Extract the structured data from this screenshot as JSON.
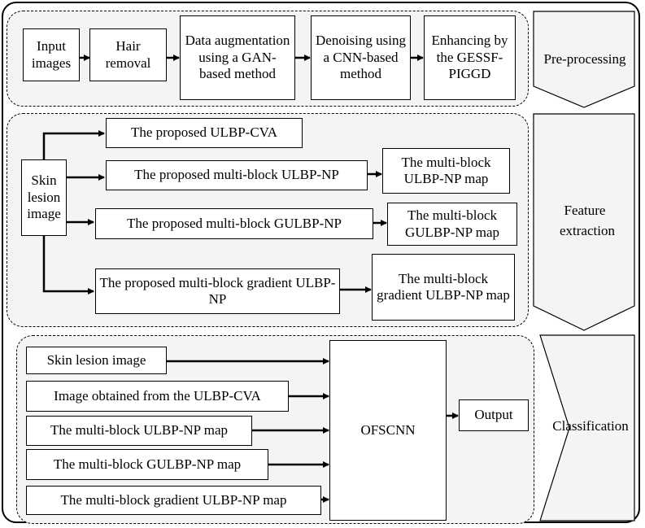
{
  "stages": {
    "preprocessing": "Pre-processing",
    "feature_extraction": "Feature extraction",
    "classification": "Classification"
  },
  "preprocessing": {
    "input": "Input images",
    "hair": "Hair removal",
    "augment": "Data augmentation using a GAN-based method",
    "denoise": "Denoising using a CNN-based method",
    "enhance": "Enhancing by the GESSF-PIGGD"
  },
  "feature": {
    "skin": "Skin lesion image",
    "cva": "The proposed ULBP-CVA",
    "mb_np": "The proposed multi-block ULBP-NP",
    "mb_gulbp": "The proposed multi-block GULBP-NP",
    "mb_grad": "The proposed multi-block gradient ULBP-NP",
    "map_np": "The multi-block ULBP-NP map",
    "map_gulbp": "The multi-block GULBP-NP map",
    "map_grad": "The multi-block gradient ULBP-NP map"
  },
  "classification": {
    "in1": "Skin lesion image",
    "in2": "Image obtained from the ULBP-CVA",
    "in3": "The multi-block ULBP-NP map",
    "in4": "The multi-block GULBP-NP map",
    "in5": "The multi-block gradient ULBP-NP map",
    "model": "OFSCNN",
    "output": "Output"
  }
}
